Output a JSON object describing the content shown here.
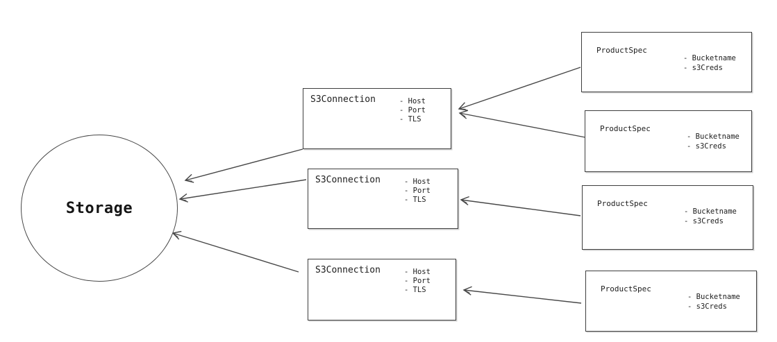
{
  "diagram": {
    "ink_color": "#3d3d3d",
    "background_color": "#ffffff",
    "storage": {
      "label": "Storage"
    },
    "s3_connections": [
      {
        "title": "S3Connection",
        "attributes": [
          "- Host",
          "- Port",
          "- TLS"
        ]
      },
      {
        "title": "S3Connection",
        "attributes": [
          "- Host",
          "- Port",
          "- TLS"
        ]
      },
      {
        "title": "S3Connection",
        "attributes": [
          "- Host",
          "- Port",
          "- TLS"
        ]
      }
    ],
    "product_specs": [
      {
        "title": "ProductSpec",
        "attributes": [
          "- Bucketname",
          "- s3Creds"
        ]
      },
      {
        "title": "ProductSpec",
        "attributes": [
          "- Bucketname",
          "- s3Creds"
        ]
      },
      {
        "title": "ProductSpec",
        "attributes": [
          "- Bucketname",
          "- s3Creds"
        ]
      },
      {
        "title": "ProductSpec",
        "attributes": [
          "- Bucketname",
          "- s3Creds"
        ]
      }
    ]
  }
}
